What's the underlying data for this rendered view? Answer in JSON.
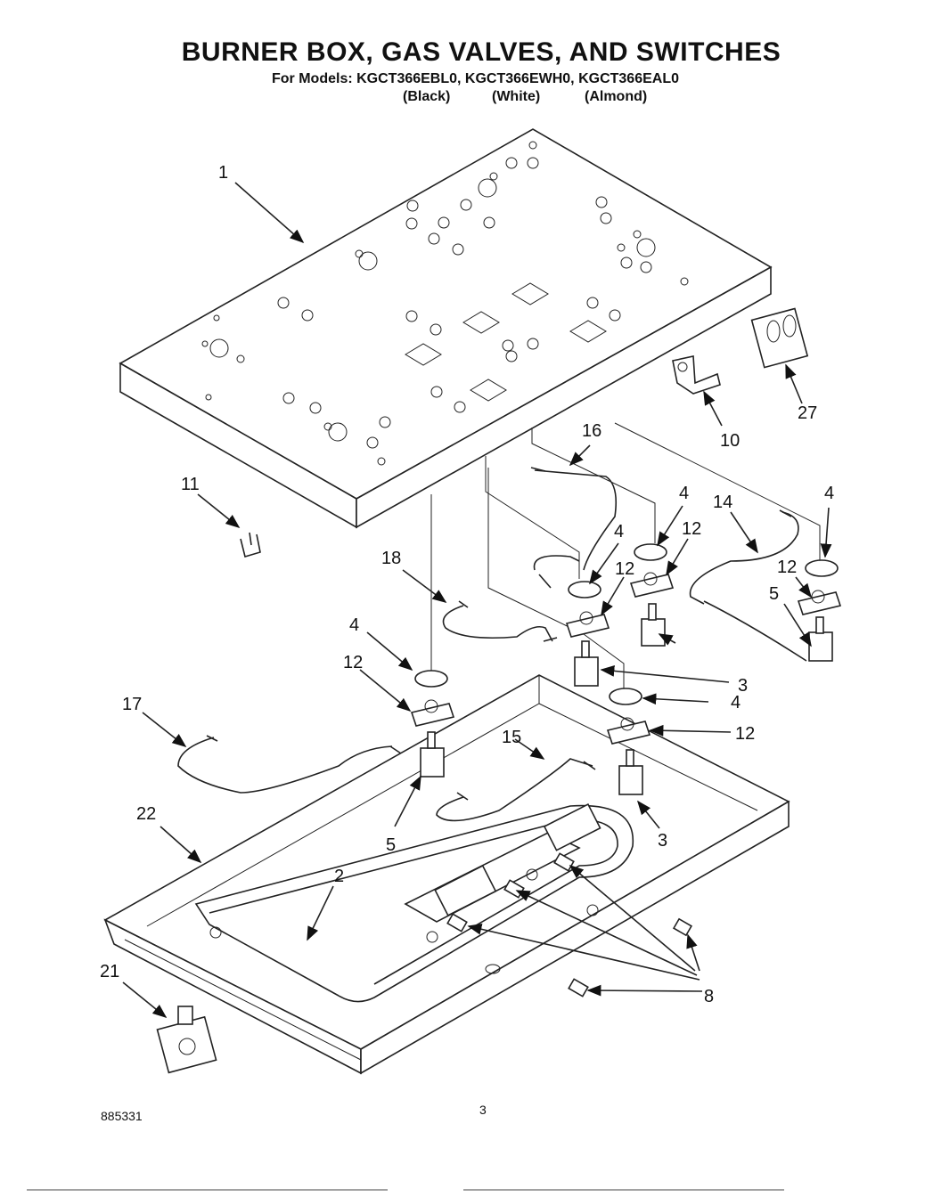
{
  "header": {
    "title": "BURNER BOX, GAS VALVES, AND SWITCHES",
    "models_line": "For Models: KGCT366EBL0, KGCT366EWH0, KGCT366EAL0",
    "colors": [
      "(Black)",
      "(White)",
      "(Almond)"
    ]
  },
  "footer": {
    "doc_number": "885331",
    "page_number": "3"
  },
  "callouts": [
    {
      "id": "c1",
      "text": "1"
    },
    {
      "id": "c27",
      "text": "27"
    },
    {
      "id": "c10",
      "text": "10"
    },
    {
      "id": "c16",
      "text": "16"
    },
    {
      "id": "c11",
      "text": "11"
    },
    {
      "id": "c4a",
      "text": "4"
    },
    {
      "id": "c4b",
      "text": "4"
    },
    {
      "id": "c4c",
      "text": "4"
    },
    {
      "id": "c4d",
      "text": "4"
    },
    {
      "id": "c4e",
      "text": "4"
    },
    {
      "id": "c12a",
      "text": "12"
    },
    {
      "id": "c12b",
      "text": "12"
    },
    {
      "id": "c12c",
      "text": "12"
    },
    {
      "id": "c12d",
      "text": "12"
    },
    {
      "id": "c12e",
      "text": "12"
    },
    {
      "id": "c14",
      "text": "14"
    },
    {
      "id": "c18",
      "text": "18"
    },
    {
      "id": "c5a",
      "text": "5"
    },
    {
      "id": "c5b",
      "text": "5"
    },
    {
      "id": "c3a",
      "text": "3"
    },
    {
      "id": "c3b",
      "text": "3"
    },
    {
      "id": "c17",
      "text": "17"
    },
    {
      "id": "c15",
      "text": "15"
    },
    {
      "id": "c22",
      "text": "22"
    },
    {
      "id": "c2",
      "text": "2"
    },
    {
      "id": "c21",
      "text": "21"
    },
    {
      "id": "c8",
      "text": "8"
    }
  ]
}
